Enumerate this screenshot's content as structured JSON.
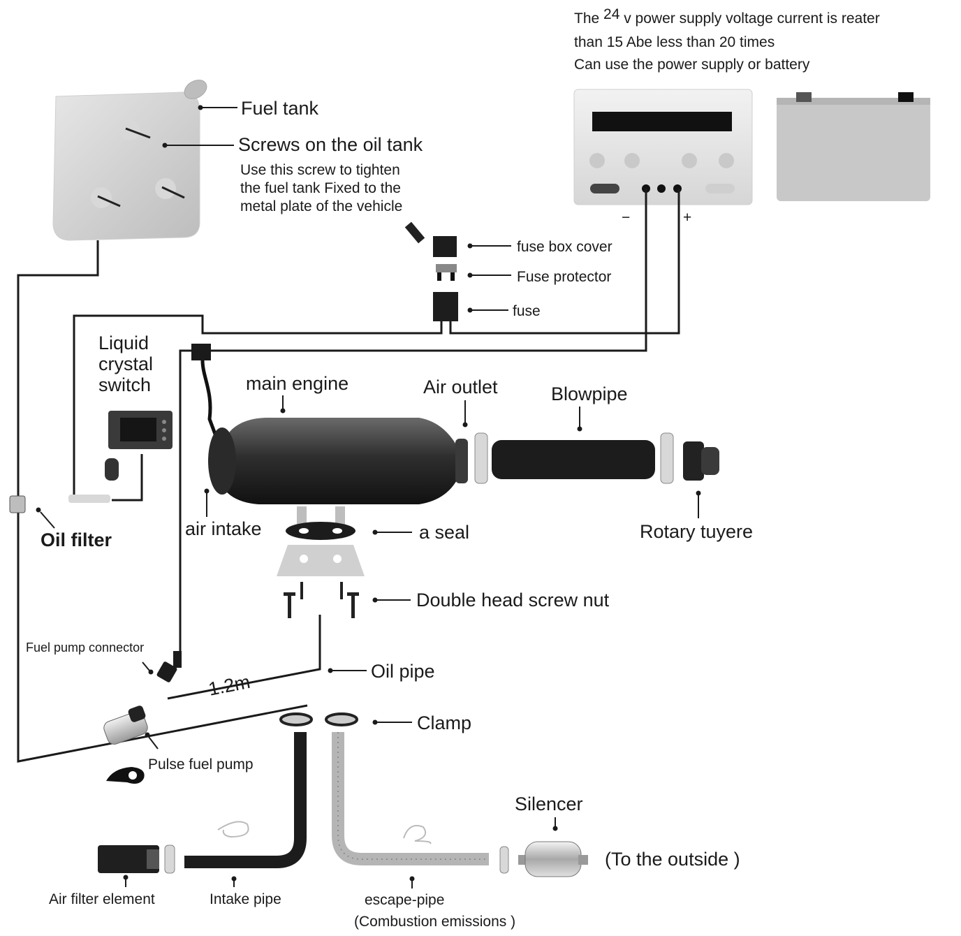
{
  "power_note": {
    "line1_pre": "The ",
    "voltage": "24",
    "line1_post": " v power supply voltage current is reater",
    "line2": "than 15 Abe less than 20 times",
    "line3": "Can use the power supply or battery"
  },
  "polarity": {
    "minus": "−",
    "plus": "+"
  },
  "labels": {
    "fuel_tank": "Fuel tank",
    "screws": "Screws on the oil tank",
    "screw_note_1": "Use this screw to tighten",
    "screw_note_2": "the fuel tank Fixed to the",
    "screw_note_3": "metal plate of the vehicle",
    "fuse_box_cover": "fuse box cover",
    "fuse_protector": "Fuse protector",
    "fuse": "fuse",
    "lcd_1": "Liquid",
    "lcd_2": "crystal",
    "lcd_3": "switch",
    "main_engine": "main engine",
    "air_outlet": "Air outlet",
    "blowpipe": "Blowpipe",
    "air_intake": "air intake",
    "seal": "a  seal",
    "rotary_tuyere": "Rotary tuyere",
    "oil_filter": "Oil filter",
    "double_head": "Double head screw nut",
    "fuel_pump_connector": "Fuel pump connector",
    "pipe_length": "1.2m",
    "oil_pipe": "Oil pipe",
    "clamp": "Clamp",
    "pulse_pump": "Pulse fuel pump",
    "silencer": "Silencer",
    "to_outside": "(To the outside )",
    "air_filter": "Air filter element",
    "intake_pipe": "Intake pipe",
    "escape_pipe": "escape-pipe",
    "combustion": "(Combustion emissions )"
  }
}
